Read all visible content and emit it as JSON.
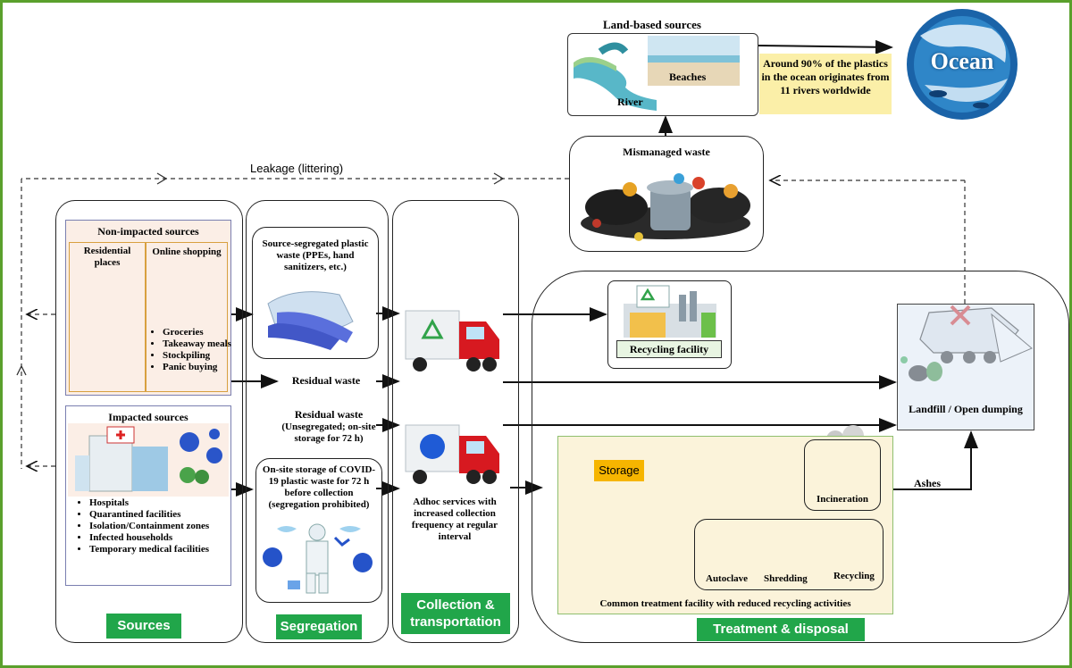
{
  "top": {
    "land_based_title": "Land-based sources",
    "beaches": "Beaches",
    "river": "River",
    "ocean_fact": "Around 90% of the plastics in the ocean originates from 11 rivers worldwide",
    "ocean": "Ocean",
    "mismanaged": "Mismanaged  waste",
    "leakage": "Leakage (littering)"
  },
  "sources": {
    "non_impacted_title": "Non-impacted sources",
    "residential": "Residential places",
    "online": "Online  shopping",
    "online_items": [
      "Groceries",
      "Takeaway meals",
      "Stockpiling",
      "Panic buying"
    ],
    "impacted_title": "Impacted sources",
    "impacted_items": [
      "Hospitals",
      "Quarantined facilities",
      "Isolation/Containment zones",
      "Infected households",
      "Temporary medical facilities"
    ],
    "label": "Sources"
  },
  "segregation": {
    "source_segregated": "Source-segregated plastic waste (PPEs, hand sanitizers, etc.)",
    "residual1": "Residual waste",
    "residual2_title": "Residual waste",
    "residual2_detail": "(Unsegregated; on-site storage for 72 h)",
    "onsite": "On-site storage of COVID-19 plastic waste for 72 h before collection (segregation prohibited)",
    "label": "Segregation"
  },
  "collection": {
    "adhoc": "Adhoc services with increased collection frequency at regular interval",
    "label": "Collection & transportation"
  },
  "treatment": {
    "recycling_facility": "Recycling facility",
    "landfill": "Landfill / Open dumping",
    "storage": "Storage",
    "incineration": "Incineration",
    "ashes": "Ashes",
    "autoclave": "Autoclave",
    "shredding": "Shredding",
    "recycling": "Recycling",
    "common_facility": "Common treatment facility with reduced recycling activities",
    "label": "Treatment & disposal"
  },
  "colors": {
    "label_green": "#21a64a",
    "frame_green": "#5aa02c",
    "fact_bg": "#fbefa8",
    "panel_bg": "#fbf3da",
    "storage_bg": "#f6b500",
    "truck_red": "#d71920",
    "virus_blue": "#1f5bd6"
  }
}
